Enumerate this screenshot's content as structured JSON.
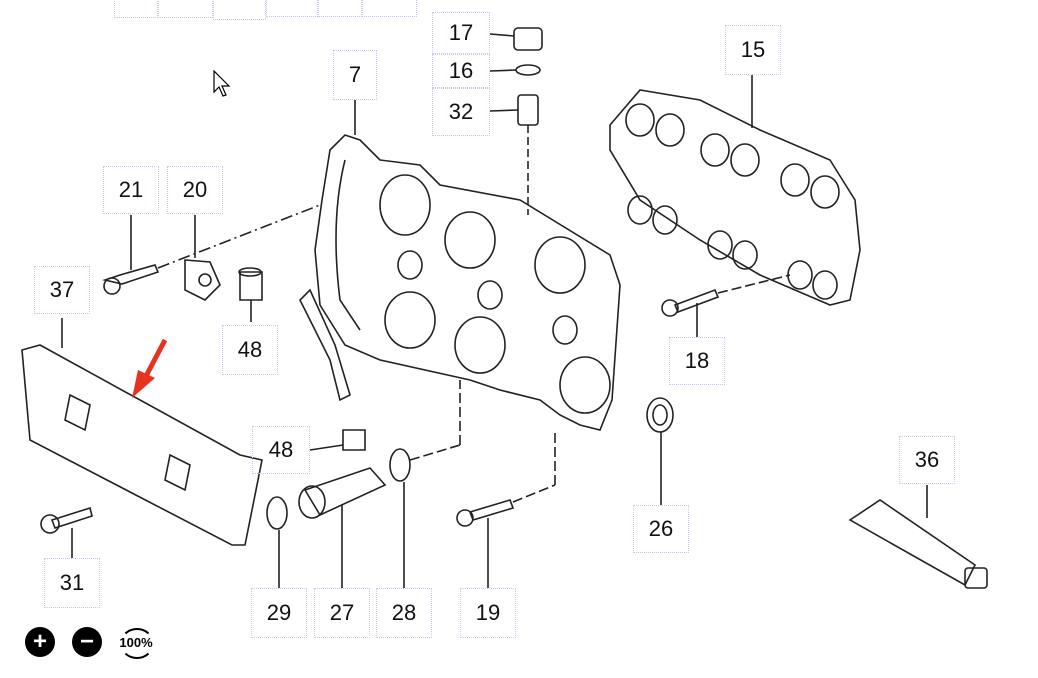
{
  "diagram": {
    "callouts": [
      "17",
      "16",
      "32",
      "7",
      "15",
      "21",
      "20",
      "37",
      "48",
      "18",
      "48",
      "36",
      "26",
      "31",
      "29",
      "27",
      "28",
      "19"
    ],
    "top_cropped_callouts": [
      "",
      "",
      "",
      "",
      "",
      ""
    ],
    "arrow_color": "#e8321e"
  },
  "controls": {
    "zoom_in_label": "+",
    "zoom_out_label": "−",
    "reset_label": "100%"
  }
}
